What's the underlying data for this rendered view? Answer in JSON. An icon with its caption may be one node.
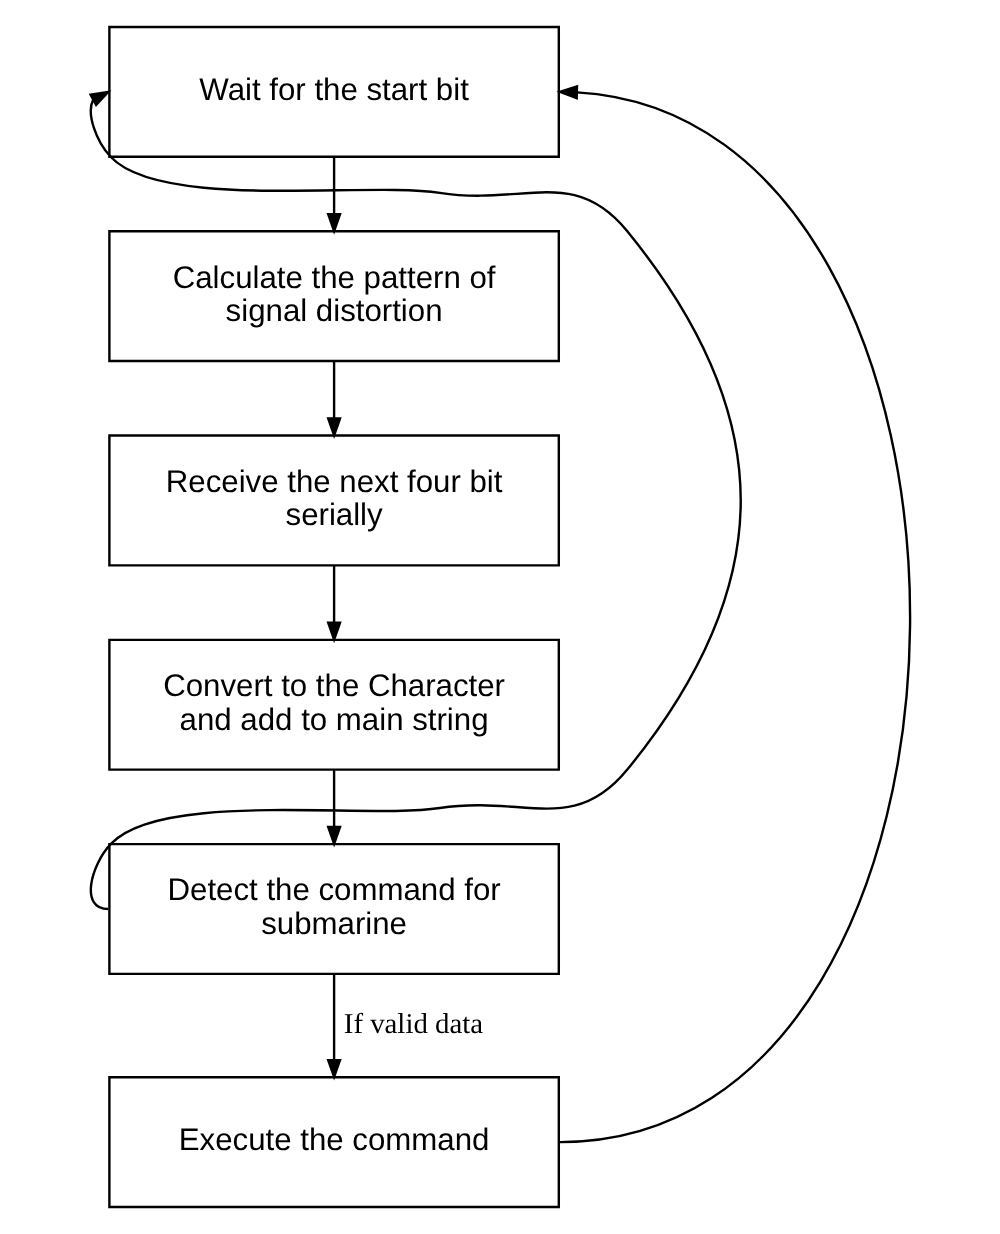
{
  "diagram": {
    "nodes": [
      {
        "text": [
          "Wait for the start bit"
        ]
      },
      {
        "text": [
          "Calculate the pattern of signal distortion"
        ]
      },
      {
        "text": [
          "Receive the next four bit serially"
        ]
      },
      {
        "text": [
          "Convert to the Character and add to main string"
        ]
      },
      {
        "text": [
          "Detect the command for submarine"
        ]
      },
      {
        "text": [
          "Execute the command"
        ]
      }
    ],
    "edges": [
      {
        "from": 0,
        "to": 1,
        "arrow": "to"
      },
      {
        "from": 1,
        "to": 2,
        "arrow": "to"
      },
      {
        "from": 2,
        "to": 3,
        "arrow": "to"
      },
      {
        "from": 3,
        "to": 4,
        "arrow": "to"
      },
      {
        "from": 4,
        "to": 5,
        "arrow": "to",
        "label": "If valid data"
      },
      {
        "from": 4,
        "to": 0,
        "arrow": "to"
      },
      {
        "from": 5,
        "to": 0,
        "arrow": "to"
      }
    ]
  }
}
